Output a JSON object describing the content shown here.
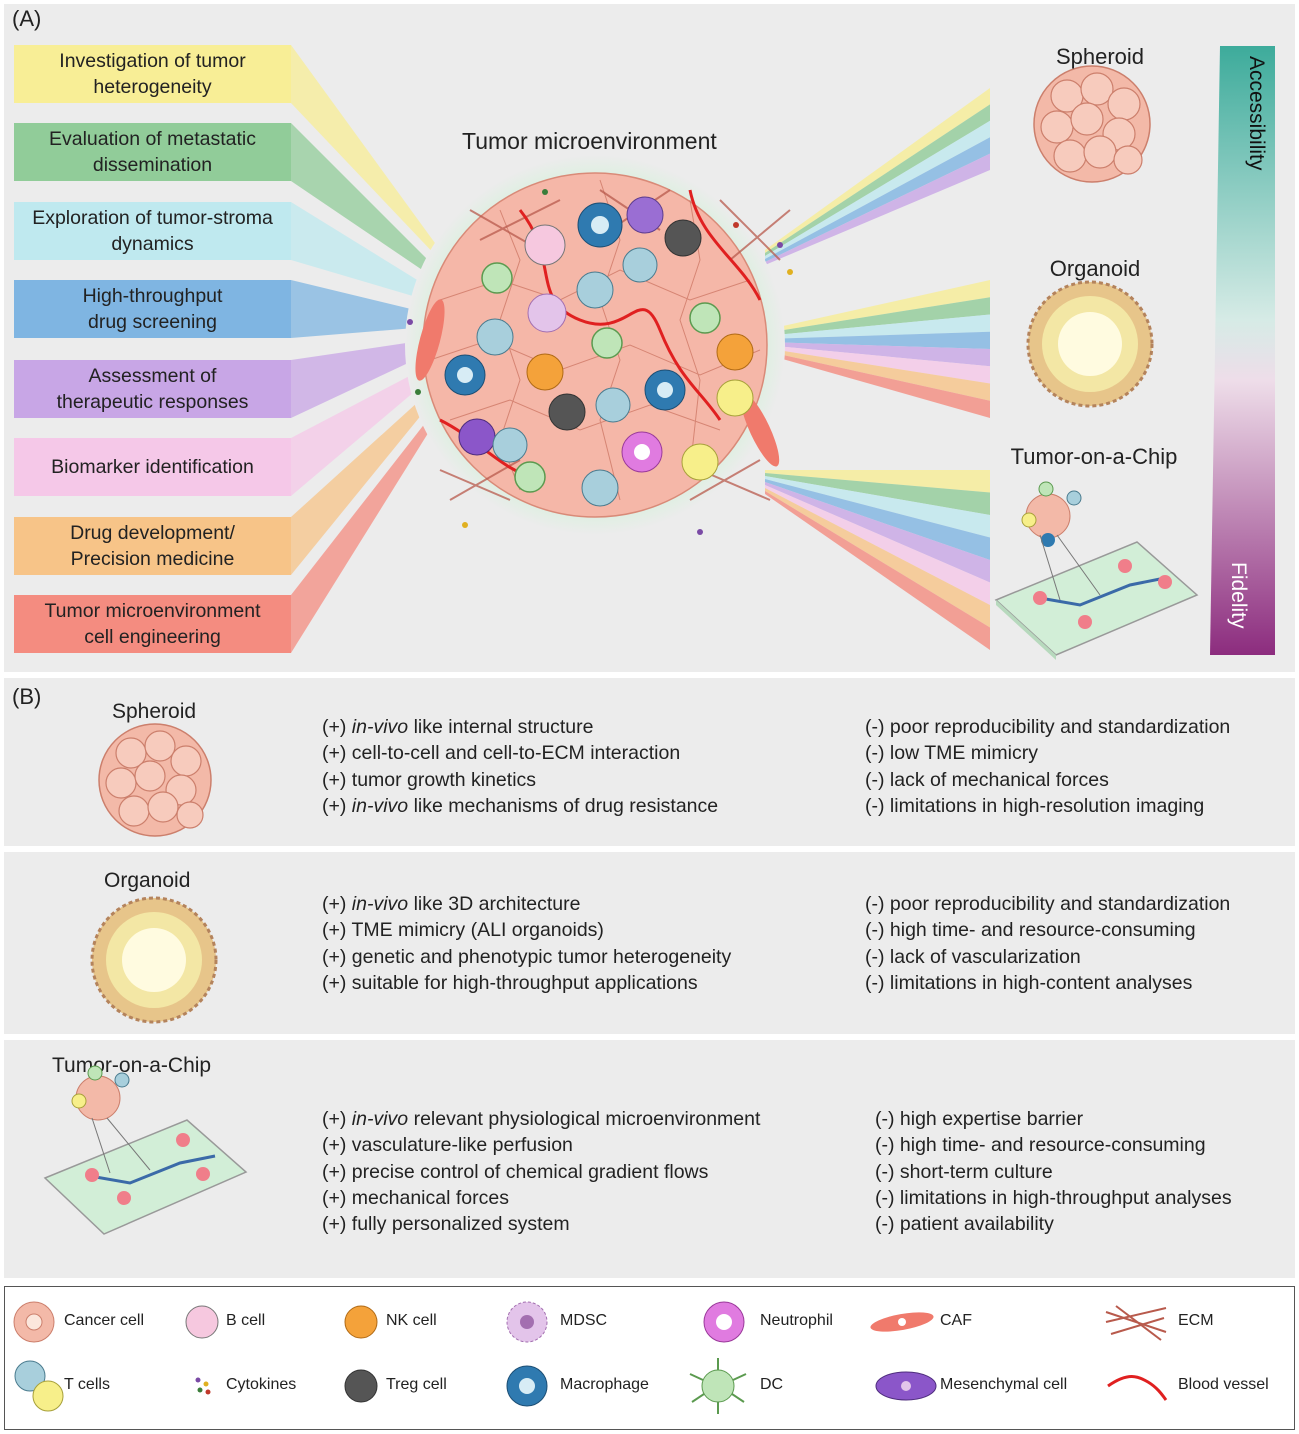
{
  "panel_a": {
    "letter": "(A)",
    "tme_title": "Tumor microenvironment",
    "applications": [
      {
        "label": "Investigation of tumor\nheterogeneity",
        "color": "#f8ee96"
      },
      {
        "label": "Evaluation of metastatic\ndissemination",
        "color": "#91cc99"
      },
      {
        "label": "Exploration of tumor-stroma\ndynamics",
        "color": "#bfe9ef"
      },
      {
        "label": "High-throughput\ndrug screening",
        "color": "#7fb5e2"
      },
      {
        "label": "Assessment of\ntherapeutic responses",
        "color": "#c8a6e6"
      },
      {
        "label": "Biomarker identification",
        "color": "#f5c8e8"
      },
      {
        "label": "Drug development/\nPrecision medicine",
        "color": "#f7c488"
      },
      {
        "label": "Tumor microenvironment\ncell engineering",
        "color": "#f48c80"
      }
    ],
    "models": [
      {
        "label": "Spheroid"
      },
      {
        "label": "Organoid"
      },
      {
        "label": "Tumor-on-a-Chip"
      }
    ],
    "axis": {
      "top_label": "Accessibility",
      "bottom_label": "Fidelity",
      "top_color": "#3dab9b",
      "bottom_color": "#8c2c7e"
    }
  },
  "panel_b": {
    "letter": "(B)",
    "rows": [
      {
        "model": "Spheroid",
        "pros": [
          {
            "italic": "in-vivo",
            "text": " like internal structure"
          },
          {
            "italic": "",
            "text": "cell-to-cell and cell-to-ECM interaction"
          },
          {
            "italic": "",
            "text": "tumor growth kinetics"
          },
          {
            "italic": "in-vivo",
            "text": " like mechanisms of drug resistance"
          }
        ],
        "cons": [
          "poor reproducibility and standardization",
          "low TME mimicry",
          "lack of mechanical forces",
          "limitations in high-resolution imaging"
        ]
      },
      {
        "model": "Organoid",
        "pros": [
          {
            "italic": "in-vivo",
            "text": " like 3D architecture"
          },
          {
            "italic": "",
            "text": "TME mimicry (ALI organoids)"
          },
          {
            "italic": "",
            "text": "genetic and phenotypic tumor heterogeneity"
          },
          {
            "italic": "",
            "text": "suitable for high-throughput applications"
          }
        ],
        "cons": [
          "poor reproducibility and standardization",
          "high time- and resource-consuming",
          "lack of vascularization",
          "limitations in high-content analyses"
        ]
      },
      {
        "model": "Tumor-on-a-Chip",
        "pros": [
          {
            "italic": "in-vivo",
            "text": " relevant physiological microenvironment"
          },
          {
            "italic": "",
            "text": "vasculature-like perfusion"
          },
          {
            "italic": "",
            "text": "precise control of chemical gradient flows"
          },
          {
            "italic": "",
            "text": "mechanical forces"
          },
          {
            "italic": "",
            "text": "fully personalized system"
          }
        ],
        "cons": [
          "high expertise barrier",
          "high time- and resource-consuming",
          "short-term culture",
          "limitations in high-throughput analyses",
          "patient availability"
        ]
      }
    ],
    "pro_prefix": "(+)",
    "con_prefix": "(-)"
  },
  "legend": [
    {
      "label": "Cancer cell",
      "icon": "cancer-cell-icon"
    },
    {
      "label": "B cell",
      "icon": "b-cell-icon"
    },
    {
      "label": "NK cell",
      "icon": "nk-cell-icon"
    },
    {
      "label": "MDSC",
      "icon": "mdsc-icon"
    },
    {
      "label": "Neutrophil",
      "icon": "neutrophil-icon"
    },
    {
      "label": "CAF",
      "icon": "caf-icon"
    },
    {
      "label": "ECM",
      "icon": "ecm-icon"
    },
    {
      "label": "T cells",
      "icon": "t-cells-icon"
    },
    {
      "label": "Cytokines",
      "icon": "cytokines-icon"
    },
    {
      "label": "Treg cell",
      "icon": "treg-cell-icon"
    },
    {
      "label": "Macrophage",
      "icon": "macrophage-icon"
    },
    {
      "label": "DC",
      "icon": "dc-icon"
    },
    {
      "label": "Mesenchymal cell",
      "icon": "mesenchymal-cell-icon"
    },
    {
      "label": "Blood vessel",
      "icon": "blood-vessel-icon"
    }
  ]
}
